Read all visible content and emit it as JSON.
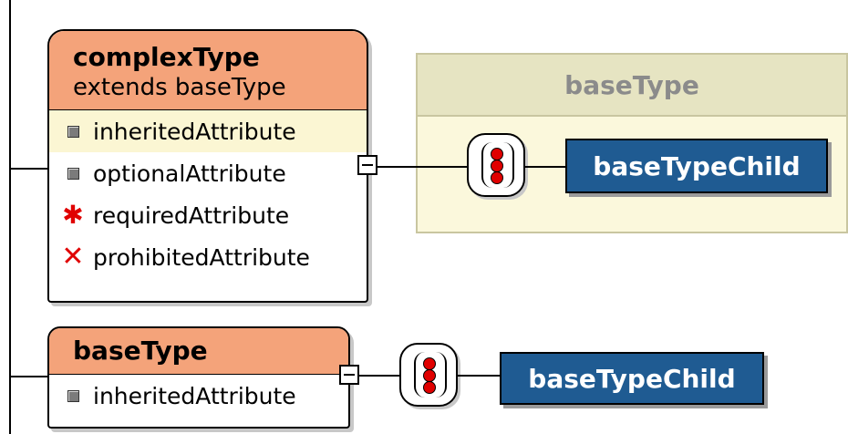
{
  "complex_type": {
    "name": "complexType",
    "subtitle": "extends baseType",
    "attributes": [
      {
        "label": "inheritedAttribute",
        "icon": "attribute-square-icon"
      },
      {
        "label": "optionalAttribute",
        "icon": "attribute-square-icon"
      },
      {
        "label": "requiredAttribute",
        "icon": "required-asterisk-icon"
      },
      {
        "label": "prohibitedAttribute",
        "icon": "prohibited-x-icon"
      }
    ]
  },
  "base_panel": {
    "title": "baseType",
    "child_element": "baseTypeChild"
  },
  "base_type": {
    "name": "baseType",
    "attributes": [
      {
        "label": "inheritedAttribute",
        "icon": "attribute-square-icon"
      }
    ],
    "child_element": "baseTypeChild"
  },
  "colors": {
    "type_header": "#f4a37a",
    "element_fill": "#1f5b92",
    "inherited_highlight": "#fbf6d3",
    "panel_fill": "#fbf8dc",
    "panel_header": "#e6e4c2",
    "required_marker": "#e00000"
  }
}
